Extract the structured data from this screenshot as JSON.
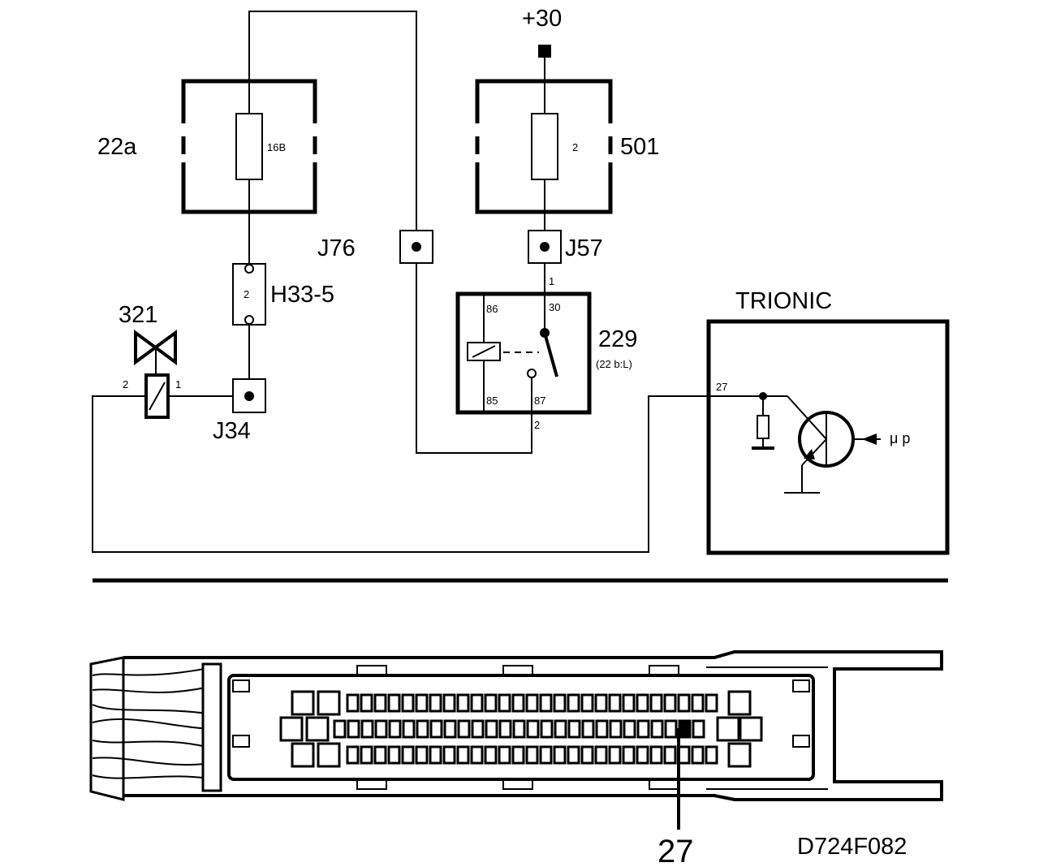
{
  "diagram": {
    "supply_label": "+30",
    "fuse_box_left": {
      "id": "22a",
      "fuse": "16B"
    },
    "fuse_box_right": {
      "id": "501",
      "fuse": "2"
    },
    "junction_j76": "J76",
    "junction_j57": "J57",
    "junction_j34": "J34",
    "connector_h33": {
      "id": "H33-5",
      "pin": "2"
    },
    "valve": {
      "id": "321",
      "pin_left": "2",
      "pin_right": "1"
    },
    "relay": {
      "id": "229",
      "location": "(22 b:L)",
      "pin_86": "86",
      "pin_30": "30",
      "pin_85": "85",
      "pin_87": "87",
      "wire_top_pin": "1",
      "wire_bottom_pin": "2"
    },
    "ecu": {
      "label": "TRIONIC",
      "pin": "27",
      "input": "μ p"
    },
    "connector_pin_callout": "27",
    "drawing_code": "D724F082"
  },
  "colors": {
    "ink": "#000000",
    "paper": "#ffffff"
  }
}
